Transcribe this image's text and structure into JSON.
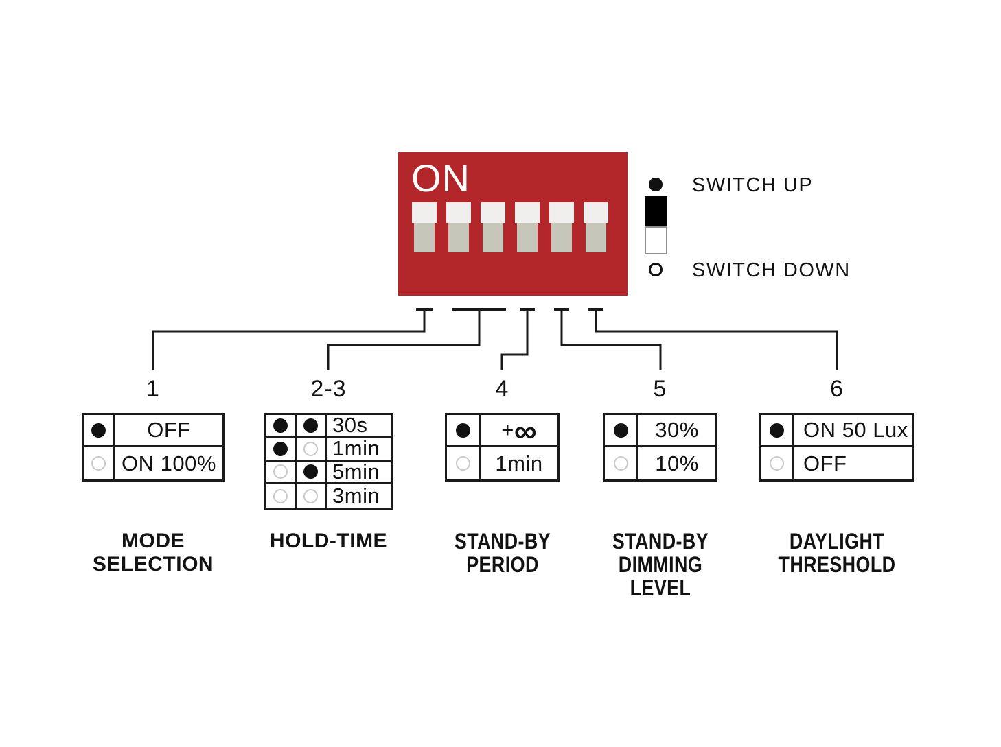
{
  "dip_switch": {
    "on_label": "ON",
    "switch_numbers": [
      "1",
      "2",
      "3",
      "4",
      "5",
      "6"
    ],
    "body_color": "#B3262A",
    "cap_color": "#F0EFEE",
    "stem_color": "#C7C6BB"
  },
  "legend": {
    "up_label": "SWITCH UP",
    "down_label": "SWITCH DOWN"
  },
  "groups": [
    {
      "id": "mode-selection",
      "header": "1",
      "caption_lines": [
        "MODE",
        "SELECTION"
      ],
      "rows": [
        {
          "dots": [
            "up"
          ],
          "label": "OFF"
        },
        {
          "dots": [
            "down"
          ],
          "label": "ON 100%"
        }
      ]
    },
    {
      "id": "hold-time",
      "header": "2-3",
      "caption_lines": [
        "HOLD-TIME"
      ],
      "rows": [
        {
          "dots": [
            "up",
            "up"
          ],
          "label": "30s"
        },
        {
          "dots": [
            "up",
            "down"
          ],
          "label": "1min"
        },
        {
          "dots": [
            "down",
            "up"
          ],
          "label": "5min"
        },
        {
          "dots": [
            "down",
            "down"
          ],
          "label": "3min"
        }
      ]
    },
    {
      "id": "stand-by-period",
      "header": "4",
      "caption_lines": [
        "STAND-BY",
        "PERIOD"
      ],
      "rows": [
        {
          "dots": [
            "up"
          ],
          "label": "+ ∞"
        },
        {
          "dots": [
            "down"
          ],
          "label": "1min"
        }
      ]
    },
    {
      "id": "stand-by-dimming-level",
      "header": "5",
      "caption_lines": [
        "STAND-BY",
        "DIMMING",
        "LEVEL"
      ],
      "rows": [
        {
          "dots": [
            "up"
          ],
          "label": "30%"
        },
        {
          "dots": [
            "down"
          ],
          "label": "10%"
        }
      ]
    },
    {
      "id": "daylight-threshold",
      "header": "6",
      "caption_lines": [
        "DAYLIGHT",
        "THRESHOLD"
      ],
      "rows": [
        {
          "dots": [
            "up"
          ],
          "label": "ON 50 Lux"
        },
        {
          "dots": [
            "down"
          ],
          "label": "OFF"
        }
      ]
    }
  ]
}
